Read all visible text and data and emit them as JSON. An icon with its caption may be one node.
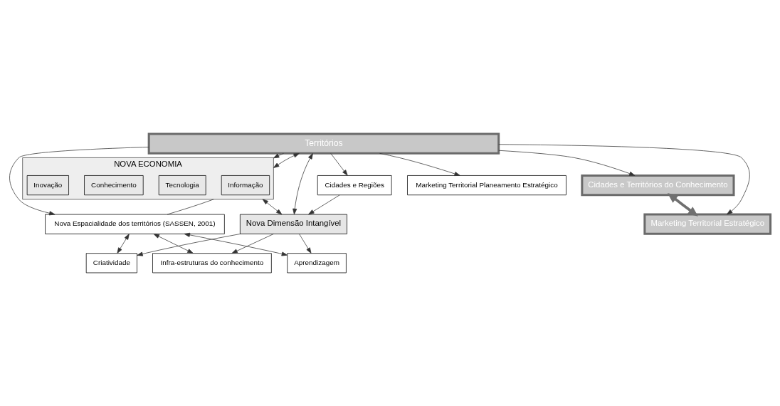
{
  "diagram": {
    "nodes": [
      {
        "text": [
          "Territórios"
        ]
      },
      {
        "text": [
          "NOVA ECONOMIA"
        ]
      },
      {
        "text": [
          "Informação"
        ],
        "in": 1
      },
      {
        "text": [
          "Tecnologia"
        ],
        "in": 1
      },
      {
        "text": [
          "Conhecimento"
        ],
        "in": 1
      },
      {
        "text": [
          "Inovação"
        ],
        "in": 1
      },
      {
        "text": [
          "Cidades e Regiões"
        ]
      },
      {
        "text": [
          "Nova Dimensão Intangível"
        ]
      },
      {
        "text": [
          "Aprendizagem"
        ]
      },
      {
        "text": [
          "Criatividade"
        ]
      },
      {
        "text": [
          "Infra-estruturas do conhecimento"
        ]
      },
      {
        "text": [
          "Nova Espacialidade dos territórios (SASSEN, 2001)"
        ]
      },
      {
        "text": [
          "Marketing Territorial Planeamento Estratégico"
        ]
      },
      {
        "text": [
          "Cidades e Territórios do Conhecimento"
        ]
      },
      {
        "text": [
          "Marketing Territorial Estratégico"
        ]
      }
    ],
    "edges": [
      {
        "from": 0,
        "to": 1,
        "arrow": "to"
      },
      {
        "from": 0,
        "to": 6,
        "arrow": "to"
      },
      {
        "from": 6,
        "to": 7,
        "arrow": "to"
      },
      {
        "from": 0,
        "to": 1,
        "arrow": "both"
      },
      {
        "from": 1,
        "to": 7,
        "arrow": "both"
      },
      {
        "from": 7,
        "to": 0,
        "arrow": "both"
      },
      {
        "from": 7,
        "to": 8,
        "arrow": "to"
      },
      {
        "from": 7,
        "to": 9,
        "arrow": "to"
      },
      {
        "from": 7,
        "to": 10,
        "arrow": "to"
      },
      {
        "from": 1,
        "to": 11,
        "arrow": "none"
      },
      {
        "from": 11,
        "to": 8,
        "arrow": "both"
      },
      {
        "from": 11,
        "to": 9,
        "arrow": "both"
      },
      {
        "from": 11,
        "to": 10,
        "arrow": "both"
      },
      {
        "from": 0,
        "to": 11,
        "arrow": "to"
      },
      {
        "from": 0,
        "to": 12,
        "arrow": "to"
      },
      {
        "from": 0,
        "to": 13,
        "arrow": "to"
      },
      {
        "from": 0,
        "to": 14,
        "arrow": "to"
      },
      {
        "from": 13,
        "to": 14,
        "arrow": "both",
        "style": "thick",
        "color": "#707070"
      }
    ]
  }
}
